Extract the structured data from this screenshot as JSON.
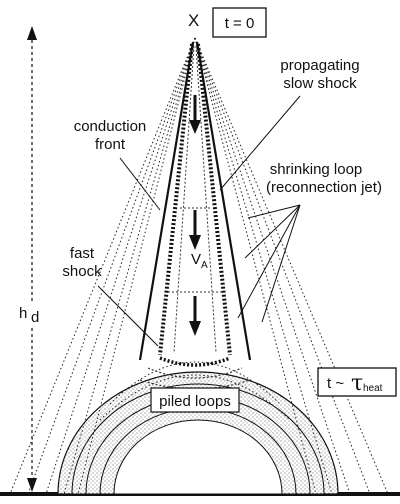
{
  "labels": {
    "x_mark": "X",
    "t0": "t = 0",
    "slow_shock_1": "propagating",
    "slow_shock_2": "slow shock",
    "conduction_1": "conduction",
    "conduction_2": "front",
    "shrinking_1": "shrinking loop",
    "shrinking_2": "(reconnection jet)",
    "fast_1": "fast",
    "fast_2": "shock",
    "va_main": "V",
    "va_sub": "A",
    "hd_main": "h",
    "hd_sub": "d",
    "theat_prefix": "t ~ ",
    "theat_tau": "τ",
    "theat_sub": "heat",
    "piled": "piled loops"
  }
}
